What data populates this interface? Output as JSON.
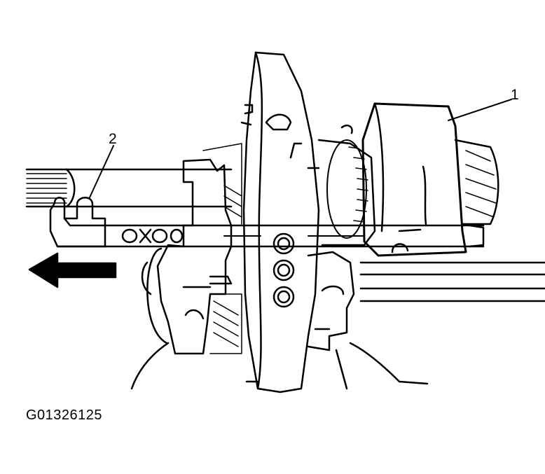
{
  "figure": {
    "figure_id": "G01326125",
    "callouts": [
      {
        "number": "1"
      },
      {
        "number": "2"
      }
    ],
    "colors": {
      "ink": "#000000",
      "paper": "#ffffff"
    },
    "icons": [
      "direction-arrow-left"
    ]
  }
}
